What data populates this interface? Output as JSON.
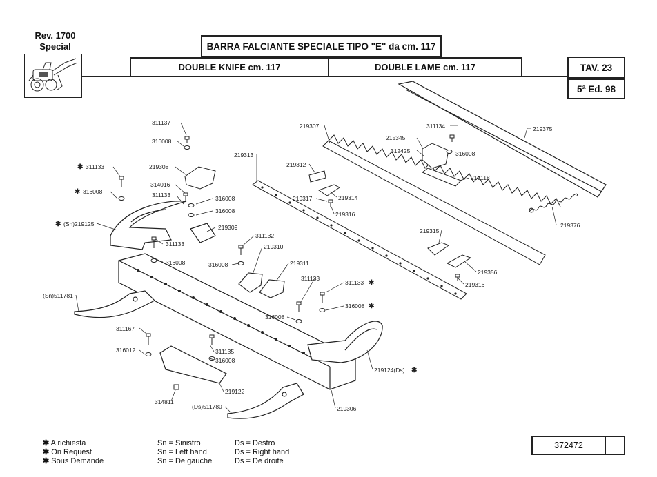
{
  "header": {
    "rev": "Rev. 1700",
    "model": "Special",
    "title": "BARRA FALCIANTE SPECIALE TIPO \"E\" da cm. 117",
    "subtitle_en": "DOUBLE KNIFE cm. 117",
    "subtitle_fr": "DOUBLE LAME cm. 117",
    "table_no": "TAV. 23",
    "edition": "5ª Ed. 98"
  },
  "parts": {
    "p219375": "219375",
    "p311134": "311134",
    "p215345": "215345",
    "p316008a": "316008",
    "p312425": "312425",
    "p219307": "219307",
    "p219313": "219313",
    "p219312": "219312",
    "p219118": "219118",
    "p219317": "219317",
    "p219314": "219314",
    "p219316a": "219316",
    "p219376": "219376",
    "p219315": "219315",
    "p219356": "219356",
    "p219316b": "219316",
    "p311137": "311137",
    "p316008b": "316008",
    "p219308": "219308",
    "p314016": "314016",
    "p311133a": "311133",
    "p316008c": "316008",
    "p316008d": "316008",
    "p311133b": "311133",
    "p316008e": "316008",
    "p219125": "(Sn)219125",
    "p219309": "219309",
    "p311133c": "311133",
    "p316008f": "316008",
    "p311132": "311132",
    "p219310": "219310",
    "p316008g": "316008",
    "p219311": "219311",
    "p311133d": "311133",
    "p311133e": "311133",
    "p316008h": "316008",
    "p316008i": "316008",
    "p511781": "(Sn)511781",
    "p311167": "311167",
    "p316012": "316012",
    "p311135": "311135",
    "p316008j": "316008",
    "p219122": "219122",
    "p314811": "314811",
    "p511780": "(Ds)511780",
    "p219306": "219306",
    "p219124": "219124(Ds)"
  },
  "legend": {
    "req_it": "A richiesta",
    "req_en": "On Request",
    "req_fr": "Sous Demande",
    "sn_it": "Sn = Sinistro",
    "sn_en": "Sn = Left hand",
    "sn_fr": "Sn = De gauche",
    "ds_it": "Ds = Destro",
    "ds_en": "Ds = Right hand",
    "ds_fr": "Ds = De droite",
    "star": "✱"
  },
  "footer": {
    "code": "372472"
  }
}
